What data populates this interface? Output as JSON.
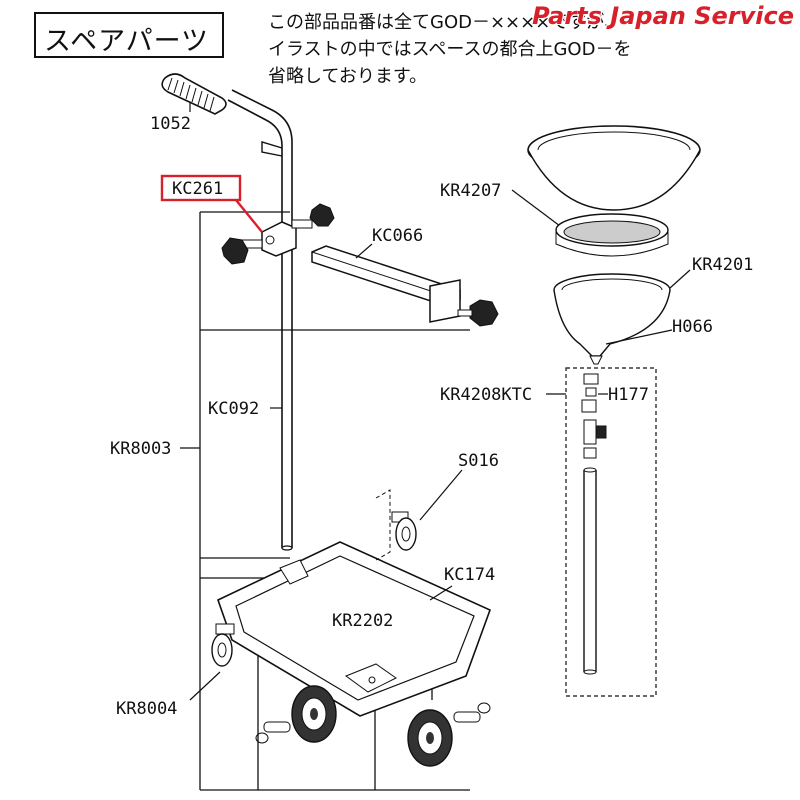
{
  "header": {
    "title": "スペアパーツ",
    "note_lines": [
      "この部品品番は全てGOD－××××ですが、",
      "イラストの中ではスペースの都合上GOD－を",
      "省略しております。"
    ],
    "watermark": "Parts Japan Service"
  },
  "highlight_color": "#d8202a",
  "parts": [
    {
      "id": "label-1052",
      "code": "1052"
    },
    {
      "id": "label-KC261",
      "code": "KC261",
      "highlighted": true
    },
    {
      "id": "label-KC066",
      "code": "KC066"
    },
    {
      "id": "label-KC092",
      "code": "KC092"
    },
    {
      "id": "label-KR8003",
      "code": "KR8003"
    },
    {
      "id": "label-KR4207",
      "code": "KR4207"
    },
    {
      "id": "label-KR4201",
      "code": "KR4201"
    },
    {
      "id": "label-H066",
      "code": "H066"
    },
    {
      "id": "label-KR4208KTC",
      "code": "KR4208KTC"
    },
    {
      "id": "label-H177",
      "code": "H177"
    },
    {
      "id": "label-S016",
      "code": "S016"
    },
    {
      "id": "label-KC174",
      "code": "KC174"
    },
    {
      "id": "label-KR2202",
      "code": "KR2202"
    },
    {
      "id": "label-KR8004",
      "code": "KR8004"
    }
  ]
}
